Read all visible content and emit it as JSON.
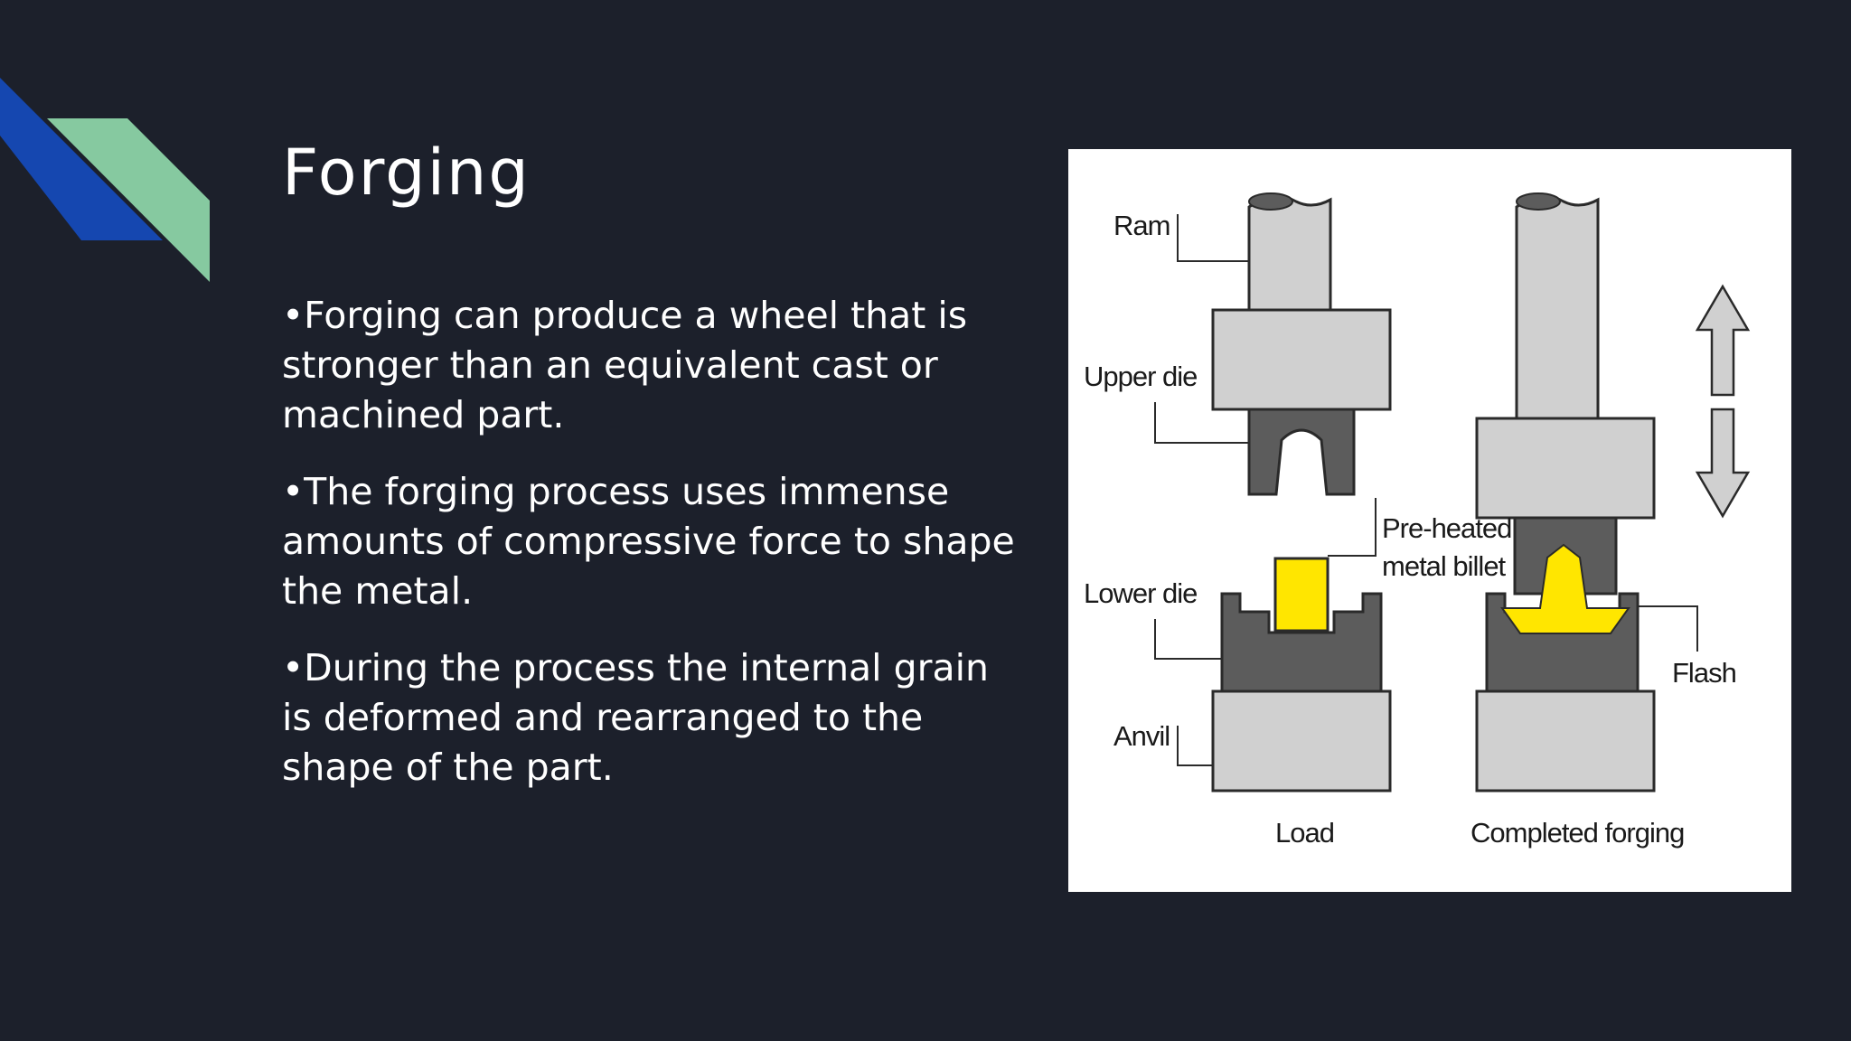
{
  "slide": {
    "title": "Forging",
    "bullets": [
      "•Forging can produce a wheel that is stronger than an equivalent cast or machined part.",
      "•The forging process uses immense amounts of compressive force to shape the metal.",
      "•During the process the internal grain is deformed and rearranged to the shape of the part."
    ]
  },
  "figure": {
    "labels": {
      "ram": "Ram",
      "upper_die": "Upper die",
      "lower_die": "Lower die",
      "anvil": "Anvil",
      "billet_line1": "Pre-heated",
      "billet_line2": "metal billet",
      "flash": "Flash",
      "load": "Load",
      "completed": "Completed forging"
    }
  },
  "colors": {
    "background": "#1c202b",
    "accent_blue": "#1547b0",
    "accent_green": "#86c9a0",
    "billet_yellow": "#ffe600",
    "light_gray": "#d0d0d0",
    "dark_gray": "#5c5c5c"
  }
}
